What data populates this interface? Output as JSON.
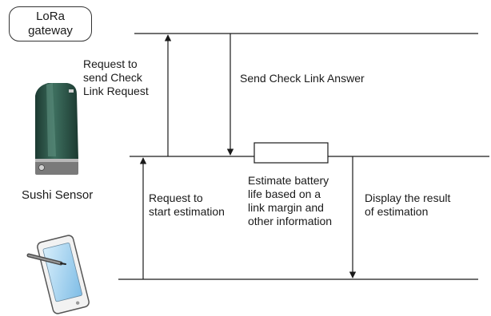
{
  "gateway": {
    "line1": "LoRa",
    "line2": "gateway"
  },
  "sensor": {
    "label": "Sushi Sensor"
  },
  "messages": {
    "check_request": [
      "Request to",
      "send Check",
      "Link Request"
    ],
    "check_answer": "Send Check Link Answer",
    "start_request": [
      "Request to",
      "start estimation"
    ],
    "estimate": [
      "Estimate battery",
      "life based on a",
      "link margin and",
      "other information"
    ],
    "display": [
      "Display the result",
      "of estimation"
    ]
  },
  "icons": {
    "sensor": "iot-sensor-device-icon",
    "tablet": "tablet-with-stylus-icon"
  },
  "colors": {
    "line": "#1a1a1a",
    "sensor_body": "#2f5a4c",
    "sensor_dark": "#1c3a31",
    "tablet_screen": "#9fd0ee"
  }
}
